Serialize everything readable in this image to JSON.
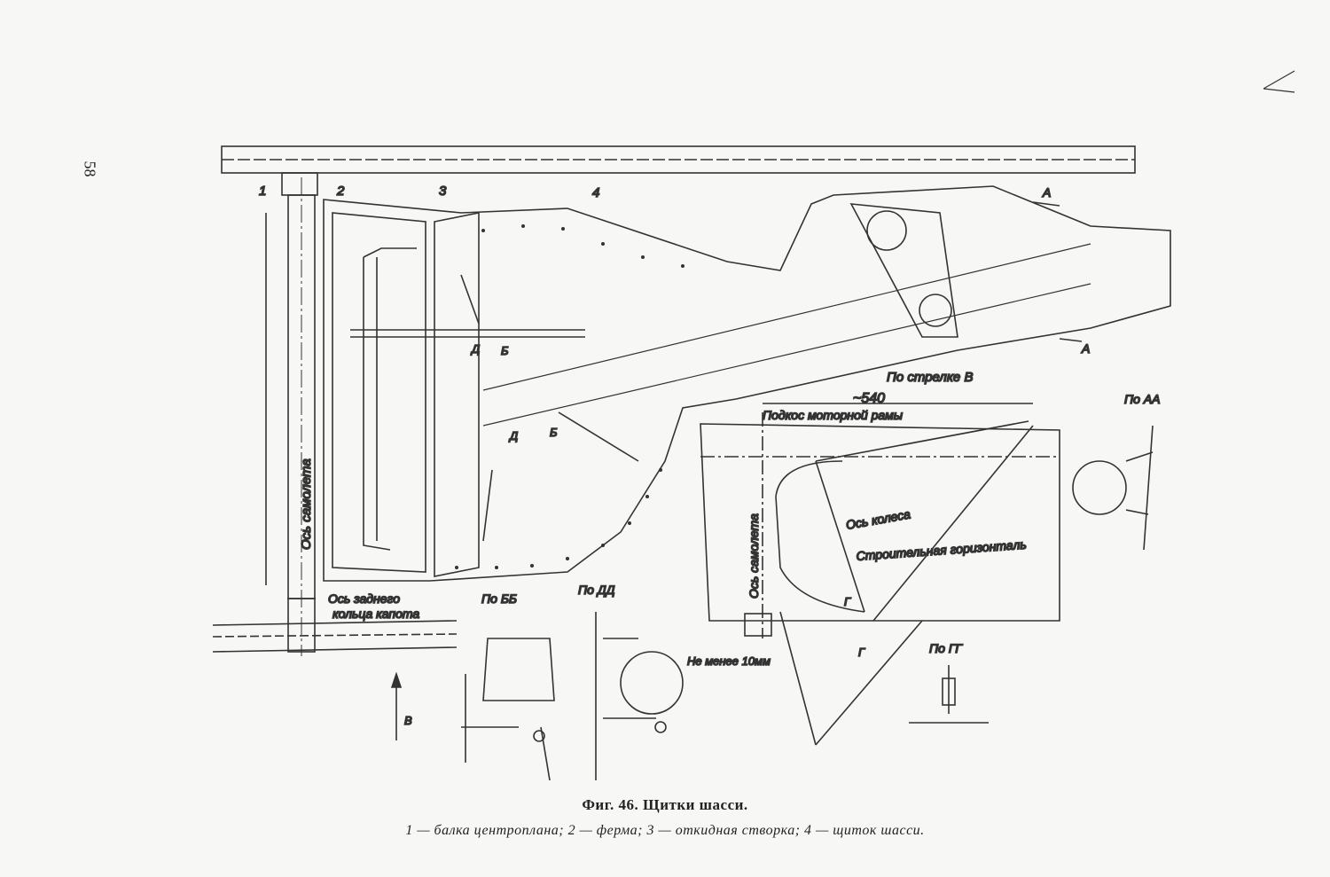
{
  "page_number": "58",
  "figure": {
    "title": "Фиг. 46. Щитки шасси.",
    "legend": "1 — балка центроплана; 2 — ферма; 3 — откидная створка; 4 — щиток шасси."
  },
  "labels": {
    "part1": "1",
    "part2": "2",
    "part3": "3",
    "part4": "4",
    "section_a_top": "А",
    "section_a_bottom": "А",
    "section_d1": "Д",
    "section_b1": "Б",
    "section_d2": "Д",
    "section_b2": "Б",
    "aircraft_axis_main": "Ось самолета",
    "rear_ring_axis_1": "Ось заднего",
    "rear_ring_axis_2": "кольца капота",
    "view_bb": "По ББ",
    "view_dd": "По ДД",
    "arrow_v": "В",
    "view_arrow_v": "По стрелке В",
    "dimension_540": "~540",
    "motor_frame_strut": "Подкос моторной рамы",
    "view_aa": "По АА",
    "wheel_axis": "Ось колеса",
    "construction_horizontal": "Строительная горизонталь",
    "aircraft_axis_detail": "Ось самолета",
    "section_g1": "Г",
    "section_g2": "Г",
    "min_clearance": "Не менее 10мм",
    "view_gg": "По ГГ"
  }
}
